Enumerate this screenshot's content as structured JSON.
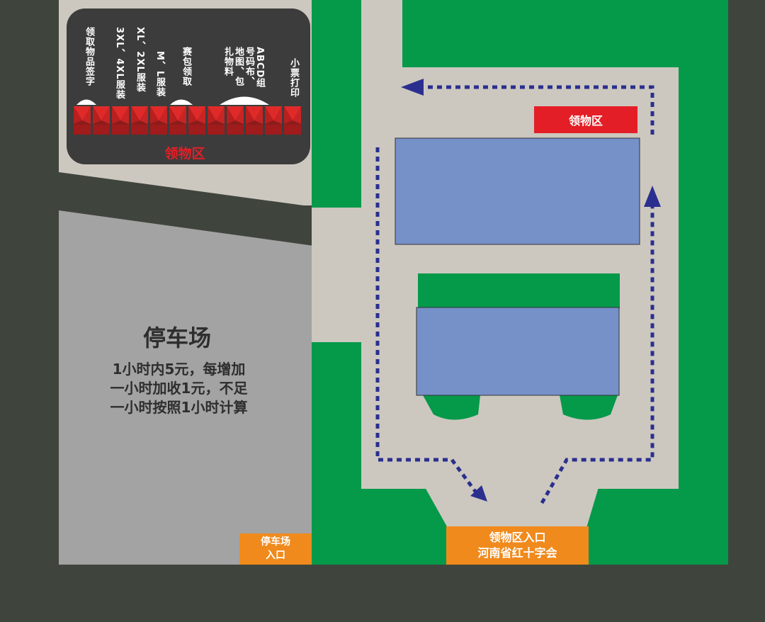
{
  "colors": {
    "background": "#3f453d",
    "grass": "#05994a",
    "road": "#cdc8bf",
    "parking_lot": "#a3a3a3",
    "building": "#7690c8",
    "arrow": "#2a2f8f",
    "highlight_red": "#e41e26",
    "entrance_orange": "#f08a1c",
    "tent_panel": "#3c3c3c"
  },
  "tent_panel": {
    "column_labels": [
      "领取物品签字",
      "3XL、4XL服装",
      "XL、2XL服装",
      "M、L服装",
      "赛包领取",
      "ABCD组号码布、地图、包扎物料",
      "小票打印"
    ],
    "title": "领物区",
    "icons": [
      "tent-icon",
      "person-icon"
    ]
  },
  "pickup_zone_label": "领物区",
  "parking": {
    "title": "停车场",
    "note_lines": [
      "1小时内5元，每增加",
      "一小时加收1元，不足",
      "一小时按照1小时计算"
    ],
    "entrance_label": [
      "停车场",
      "入口"
    ]
  },
  "pickup_entrance_label": [
    "领物区入口",
    "河南省红十字会"
  ]
}
